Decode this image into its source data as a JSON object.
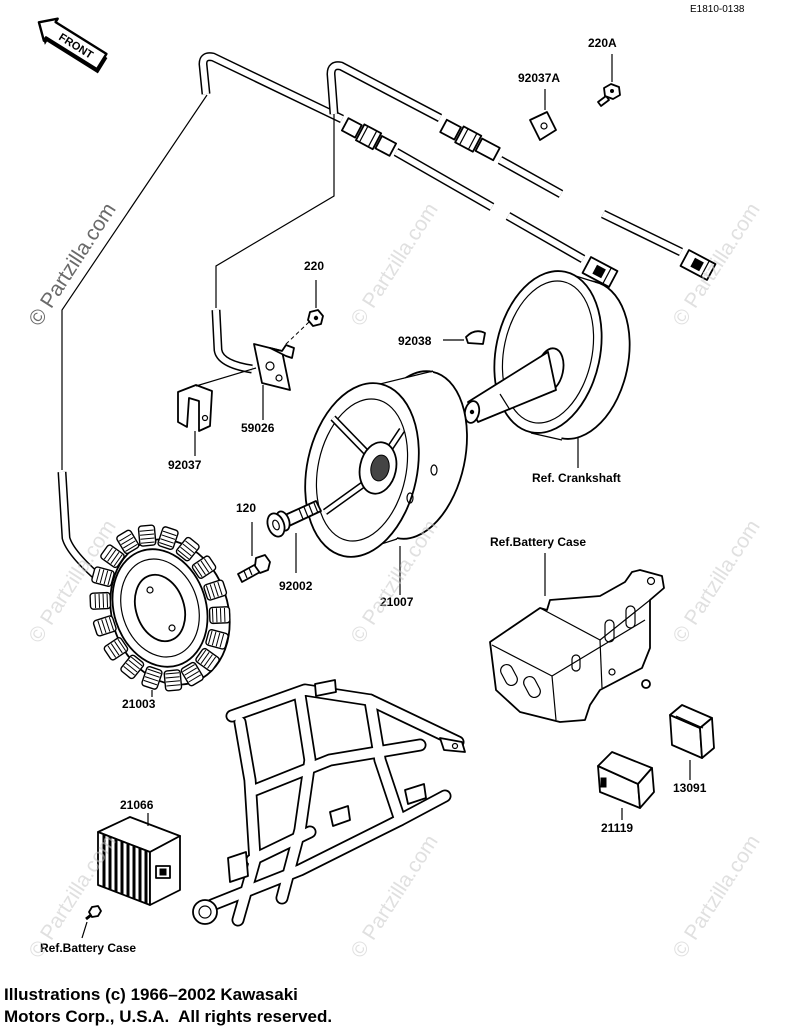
{
  "diagram_code": "E1810-0138",
  "front_arrow": "FRONT",
  "labels": {
    "p220A": "220A",
    "p92037A": "92037A",
    "p220": "220",
    "p92038": "92038",
    "p59026": "59026",
    "p92037": "92037",
    "ref_crankshaft": "Ref. Crankshaft",
    "p120": "120",
    "p92002": "92002",
    "p21007": "21007",
    "ref_battery_case_upper": "Ref.Battery Case",
    "p21003": "21003",
    "p21066": "21066",
    "p13091": "13091",
    "p21119": "21119",
    "ref_battery_case_lower": "Ref.Battery Case"
  },
  "copyright": {
    "line1": "Illustrations (c) 1966–2002 Kawasaki",
    "line2": "Motors Corp., U.S.A.  All rights reserved."
  },
  "watermark": "© Partzilla.com"
}
